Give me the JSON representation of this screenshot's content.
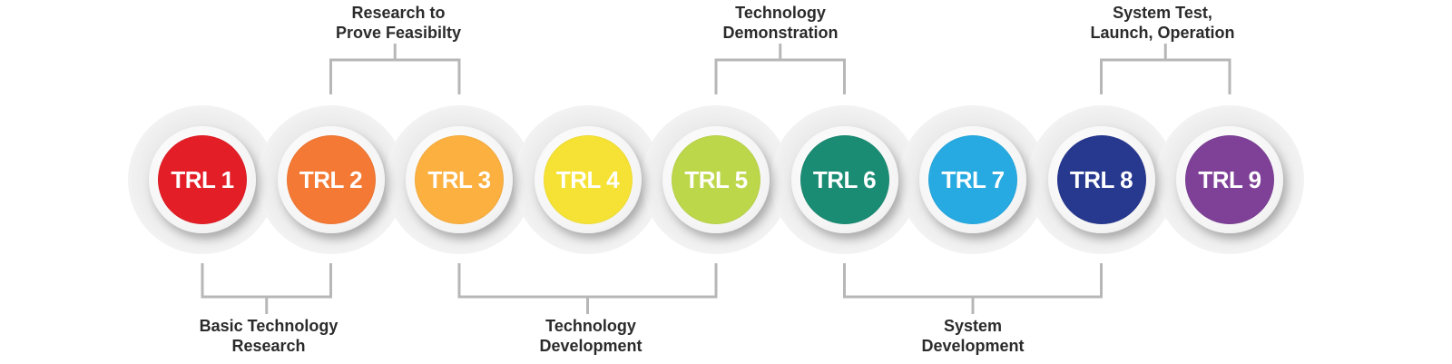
{
  "stages": [
    {
      "label": "TRL 1",
      "color": "#e31e26"
    },
    {
      "label": "TRL 2",
      "color": "#f37935"
    },
    {
      "label": "TRL 3",
      "color": "#fbb040"
    },
    {
      "label": "TRL 4",
      "color": "#f6e235"
    },
    {
      "label": "TRL 5",
      "color": "#bdd74b"
    },
    {
      "label": "TRL 6",
      "color": "#1b8c74"
    },
    {
      "label": "TRL 7",
      "color": "#27aae1"
    },
    {
      "label": "TRL 8",
      "color": "#27388f"
    },
    {
      "label": "TRL 9",
      "color": "#7e4197"
    }
  ],
  "groups_top": [
    {
      "lines": [
        "Research to",
        "Prove Feasibilty"
      ],
      "from_stage": 2,
      "to_stage": 3
    },
    {
      "lines": [
        "Technology",
        "Demonstration"
      ],
      "from_stage": 5,
      "to_stage": 6
    },
    {
      "lines": [
        "System Test,",
        "Launch, Operation"
      ],
      "from_stage": 8,
      "to_stage": 9
    }
  ],
  "groups_bottom": [
    {
      "lines": [
        "Basic Technology",
        "Research"
      ],
      "from_stage": 1,
      "to_stage": 2
    },
    {
      "lines": [
        "Technology",
        "Development"
      ],
      "from_stage": 3,
      "to_stage": 5
    },
    {
      "lines": [
        "System",
        "Development"
      ],
      "from_stage": 6,
      "to_stage": 8
    }
  ],
  "colors": {
    "bracket": "#b7b7b7",
    "text": "#2b2b2b"
  }
}
